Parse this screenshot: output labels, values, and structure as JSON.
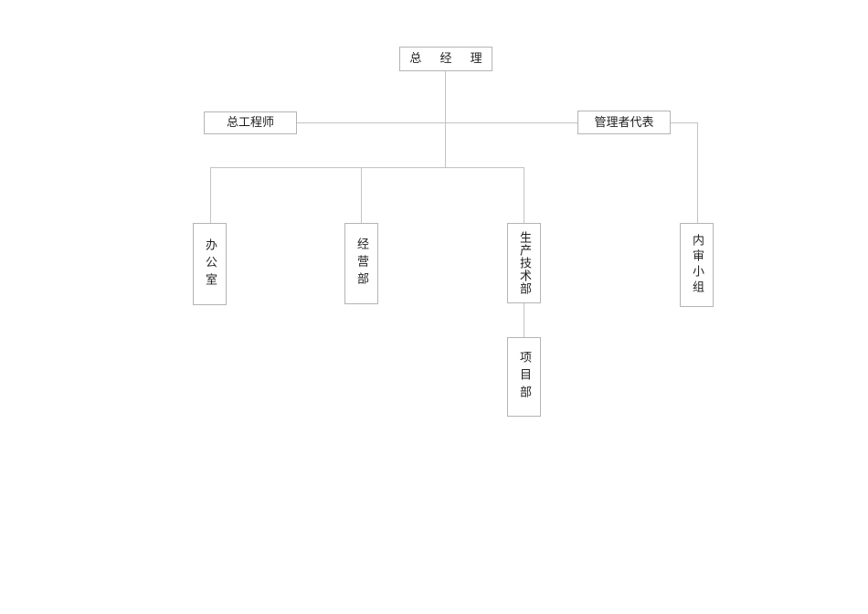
{
  "diagram": {
    "type": "org-chart",
    "background_color": "#ffffff",
    "line_color": "#c3c3c3",
    "box_border_color": "#b4b4b4",
    "text_color": "#1f1f1f",
    "nodes": {
      "general_manager": {
        "label": "总 经 理",
        "orientation": "horizontal"
      },
      "chief_engineer": {
        "label": "总工程师",
        "orientation": "horizontal"
      },
      "management_rep": {
        "label": "管理者代表",
        "orientation": "horizontal"
      },
      "office": {
        "label": "办公室",
        "orientation": "vertical"
      },
      "business_dept": {
        "label": "经营部",
        "orientation": "vertical"
      },
      "production_tech_dept": {
        "label": "生产技术部",
        "orientation": "vertical"
      },
      "internal_audit_team": {
        "label": "内审小组",
        "orientation": "vertical"
      },
      "project_dept": {
        "label": "项目部",
        "orientation": "vertical"
      }
    },
    "edges": [
      {
        "from": "general_manager",
        "to": "chief_engineer"
      },
      {
        "from": "general_manager",
        "to": "management_rep"
      },
      {
        "from": "general_manager",
        "to": "office"
      },
      {
        "from": "general_manager",
        "to": "business_dept"
      },
      {
        "from": "general_manager",
        "to": "production_tech_dept"
      },
      {
        "from": "management_rep",
        "to": "internal_audit_team"
      },
      {
        "from": "production_tech_dept",
        "to": "project_dept"
      }
    ]
  }
}
